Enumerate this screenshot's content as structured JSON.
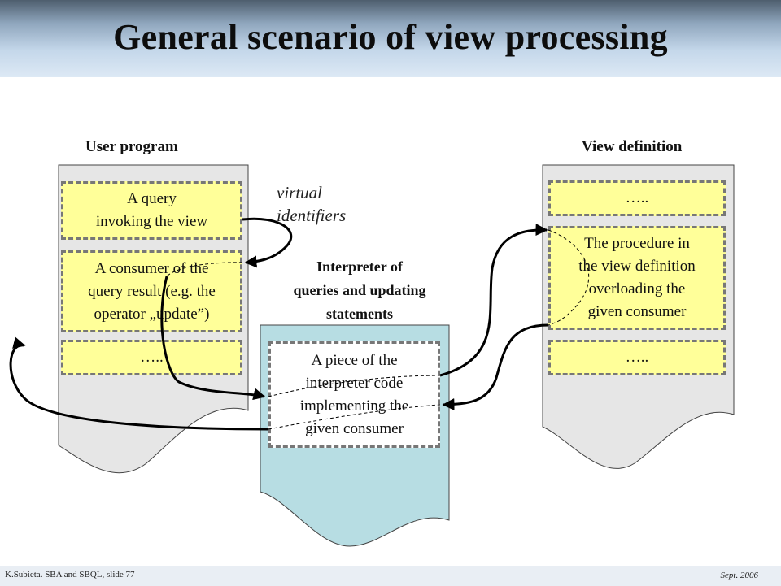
{
  "slide": {
    "title": "General scenario of view processing"
  },
  "columns": {
    "user_program": "User program",
    "view_definition": "View definition",
    "interpreter": [
      "Interpreter of",
      "queries and updating",
      "statements"
    ]
  },
  "annotation": [
    "virtual",
    "identifiers"
  ],
  "boxes": {
    "query": [
      "A query",
      "invoking the view"
    ],
    "consumer": [
      "A consumer of the",
      "query result (e.g. the",
      "operator „update”)"
    ],
    "user_dots": "…..",
    "interp_code": [
      "A piece of the",
      "interpreter code",
      "implementing the",
      "given consumer"
    ],
    "view_dots_top": "…..",
    "procedure": [
      "The procedure in",
      "the view definition",
      "overloading the",
      "given consumer"
    ],
    "view_dots_bottom": "….."
  },
  "footer": {
    "left": "K.Subieta. SBA and SBQL, slide 77",
    "right": "Sept. 2006"
  },
  "colors": {
    "box_fill": "#ffff99",
    "doc_gray": "#e6e6e6",
    "doc_blue": "#b7dde3",
    "box_border": "#777777"
  }
}
